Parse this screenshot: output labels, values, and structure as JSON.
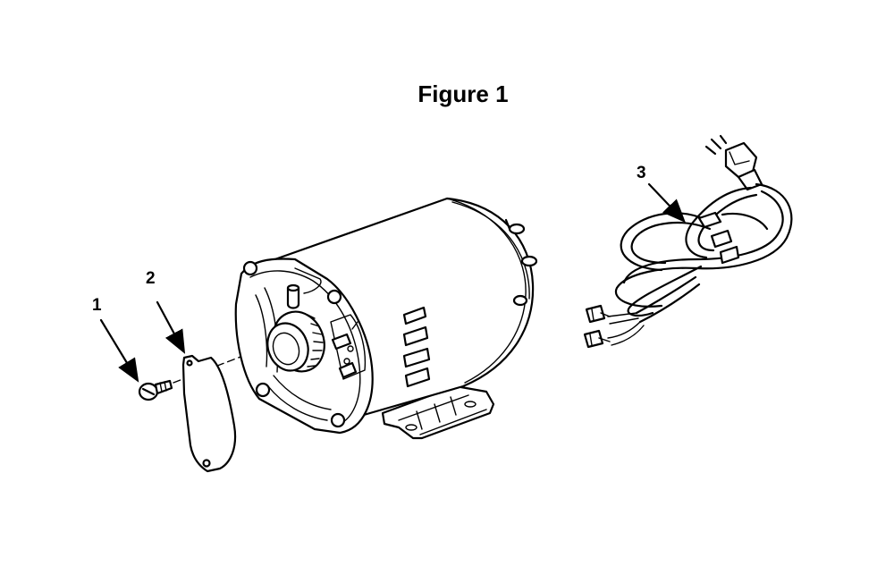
{
  "figure": {
    "title": "Figure 1"
  },
  "callouts": [
    {
      "id": "1",
      "label": "1",
      "part": "screw"
    },
    {
      "id": "2",
      "label": "2",
      "part": "cover-plate"
    },
    {
      "id": "3",
      "label": "3",
      "part": "power-cord"
    }
  ],
  "colors": {
    "ink": "#000000",
    "paper": "#ffffff"
  }
}
